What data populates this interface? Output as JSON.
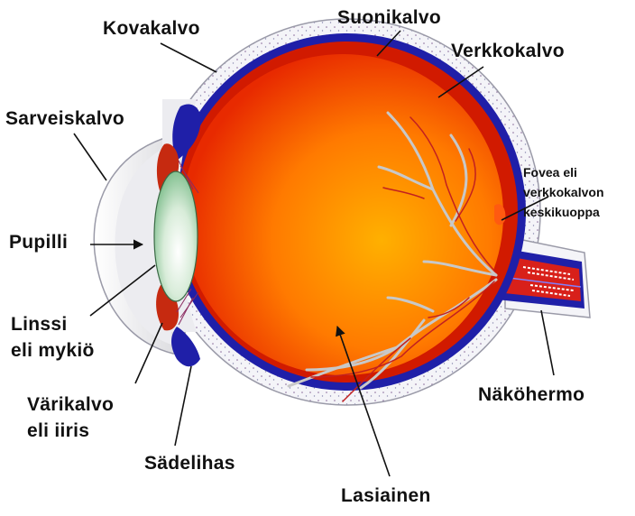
{
  "labels": {
    "kovakalvo": "Kovakalvo",
    "suonikalvo": "Suonikalvo",
    "verkkokalvo": "Verkkokalvo",
    "sarveiskalvo": "Sarveiskalvo",
    "fovea_line1": "Fovea eli",
    "fovea_line2": "verkkokalvon",
    "fovea_line3": "keskikuoppa",
    "pupilli": "Pupilli",
    "linssi_line1": "Linssi",
    "linssi_line2": "eli mykiö",
    "varikalvo_line1": "Värikalvo",
    "varikalvo_line2": "eli iiris",
    "sadelihas": "Sädelihas",
    "nakohermo": "Näköhermo",
    "lasiainen": "Lasiainen"
  },
  "colors": {
    "sclera_fill": "#f3f3f7",
    "sclera_outline": "#9a9aa8",
    "choroid": "#1f1fa8",
    "retina": "#d11a00",
    "vitreous_center": "#ffb000",
    "vitreous_edge": "#e82a00",
    "lens_center": "#ffffff",
    "lens_edge": "#5fae72",
    "vessel": "#c8c8c8",
    "nerve": "#d8201a"
  }
}
